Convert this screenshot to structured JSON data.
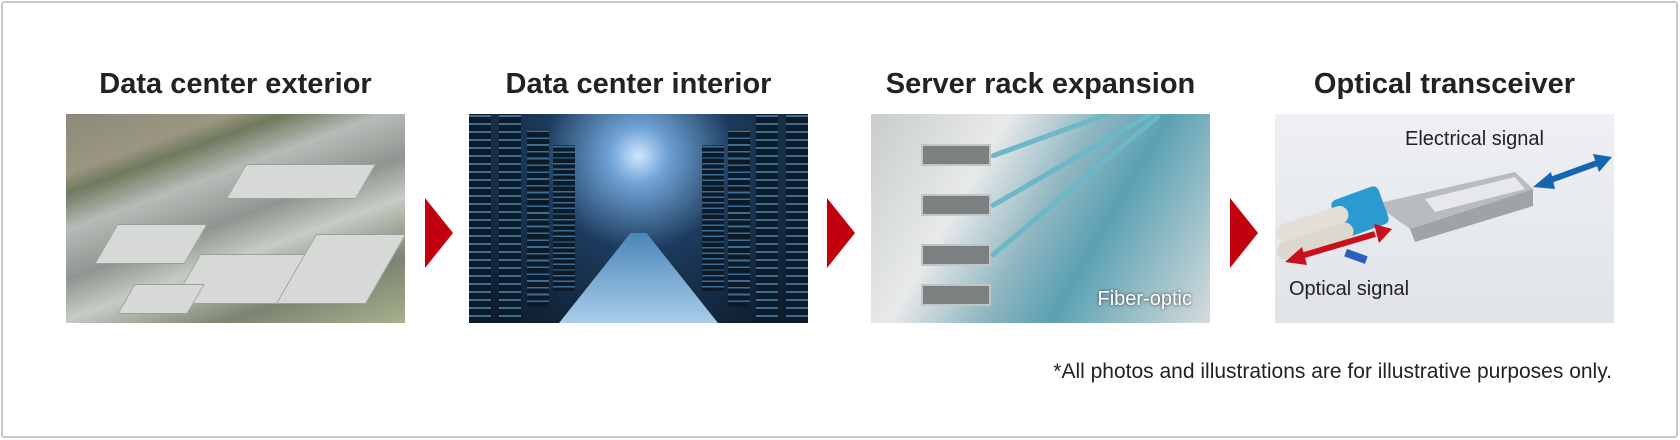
{
  "steps": [
    {
      "title": "Data center exterior"
    },
    {
      "title": "Data center interior"
    },
    {
      "title": "Server rack expansion",
      "label": "Fiber-optic"
    },
    {
      "title": "Optical transceiver",
      "labels": {
        "electrical": "Electrical signal",
        "optical": "Optical signal"
      }
    }
  ],
  "colors": {
    "arrow": "#c3000e",
    "electrical_arrow": "#1565b0",
    "optical_arrow": "#c8101e"
  },
  "footnote": "*All photos and illustrations are for illustrative purposes only."
}
